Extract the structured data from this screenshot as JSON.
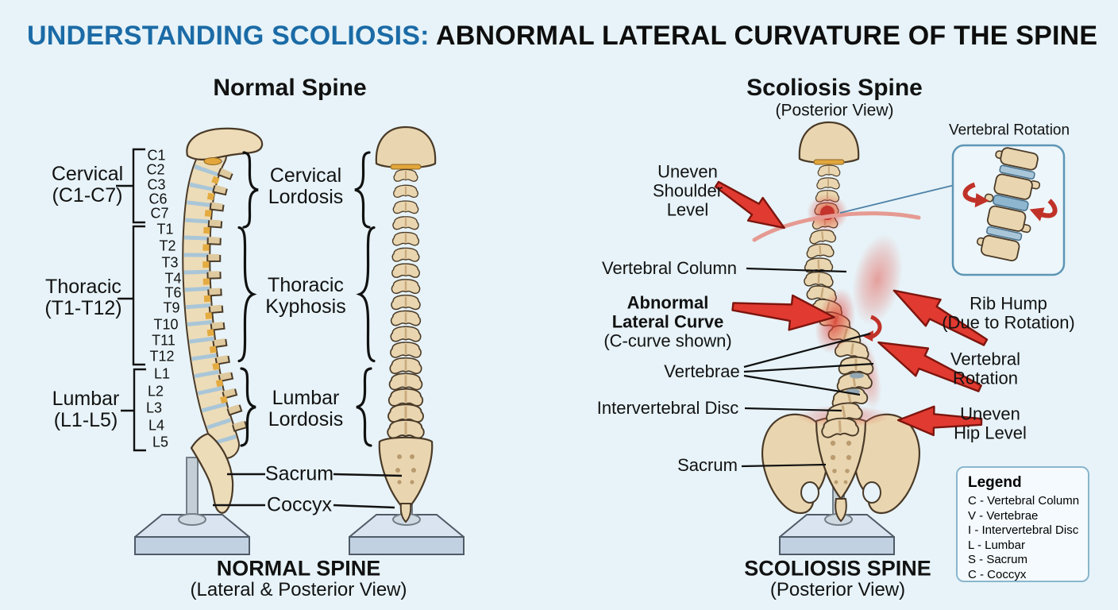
{
  "title": {
    "highlight": "UNDERSTANDING SCOLIOSIS:",
    "rest": " ABNORMAL LATERAL CURVATURE OF THE SPINE"
  },
  "colors": {
    "background": "#e7f3f8",
    "accent_blue": "#1b6ba6",
    "arrow_red": "#e03a31",
    "bone": "#ecdab6",
    "disc_blue": "#a9c6d8"
  },
  "normal": {
    "heading": "Normal Spine",
    "regions": [
      {
        "label": "Cervical",
        "range": "(C1-C7)",
        "vertebrae": [
          "C1",
          "C2",
          "C3",
          "C6",
          "C7"
        ]
      },
      {
        "label": "Thoracic",
        "range": "(T1-T12)",
        "vertebrae": [
          "T1",
          "T2",
          "T3",
          "T4",
          "T6",
          "T9",
          "T10",
          "T11",
          "T12"
        ]
      },
      {
        "label": "Lumbar",
        "range": "(L1-L5)",
        "vertebrae": [
          "L1",
          "L2",
          "L3",
          "L4",
          "L5"
        ]
      }
    ],
    "curves": [
      {
        "line1": "Cervical",
        "line2": "Lordosis"
      },
      {
        "line1": "Thoracic",
        "line2": "Kyphosis"
      },
      {
        "line1": "Lumbar",
        "line2": "Lordosis"
      }
    ],
    "sacrum": "Sacrum",
    "coccyx": "Coccyx",
    "caption": "NORMAL SPINE",
    "caption_sub": "(Lateral & Posterior View)"
  },
  "scoliosis": {
    "heading": "Scoliosis Spine",
    "subheading": "(Posterior View)",
    "inset_title": "Vertebral Rotation",
    "labels": {
      "uneven_shoulder": [
        "Uneven",
        "Shoulder",
        "Level"
      ],
      "vertebral_column": "Vertebral Column",
      "abnormal": [
        "Abnormal",
        "Lateral Curve",
        "(C-curve shown)"
      ],
      "vertebrae": "Vertebrae",
      "intervertebral_disc": "Intervertebral Disc",
      "sacrum": "Sacrum",
      "rib_hump": [
        "Rib Hump",
        "(Due to Rotation)"
      ],
      "vertebral_rotation": [
        "Vertebral",
        "Rotation"
      ],
      "uneven_hip": [
        "Uneven",
        "Hip Level"
      ]
    },
    "caption": "SCOLIOSIS SPINE",
    "caption_sub": "(Posterior View)",
    "legend": {
      "title": "Legend",
      "items": [
        "C - Vertebral Column",
        "V - Vertebrae",
        "I - Intervertebral Disc",
        "L - Lumbar",
        "S - Sacrum",
        "C - Coccyx"
      ]
    }
  }
}
